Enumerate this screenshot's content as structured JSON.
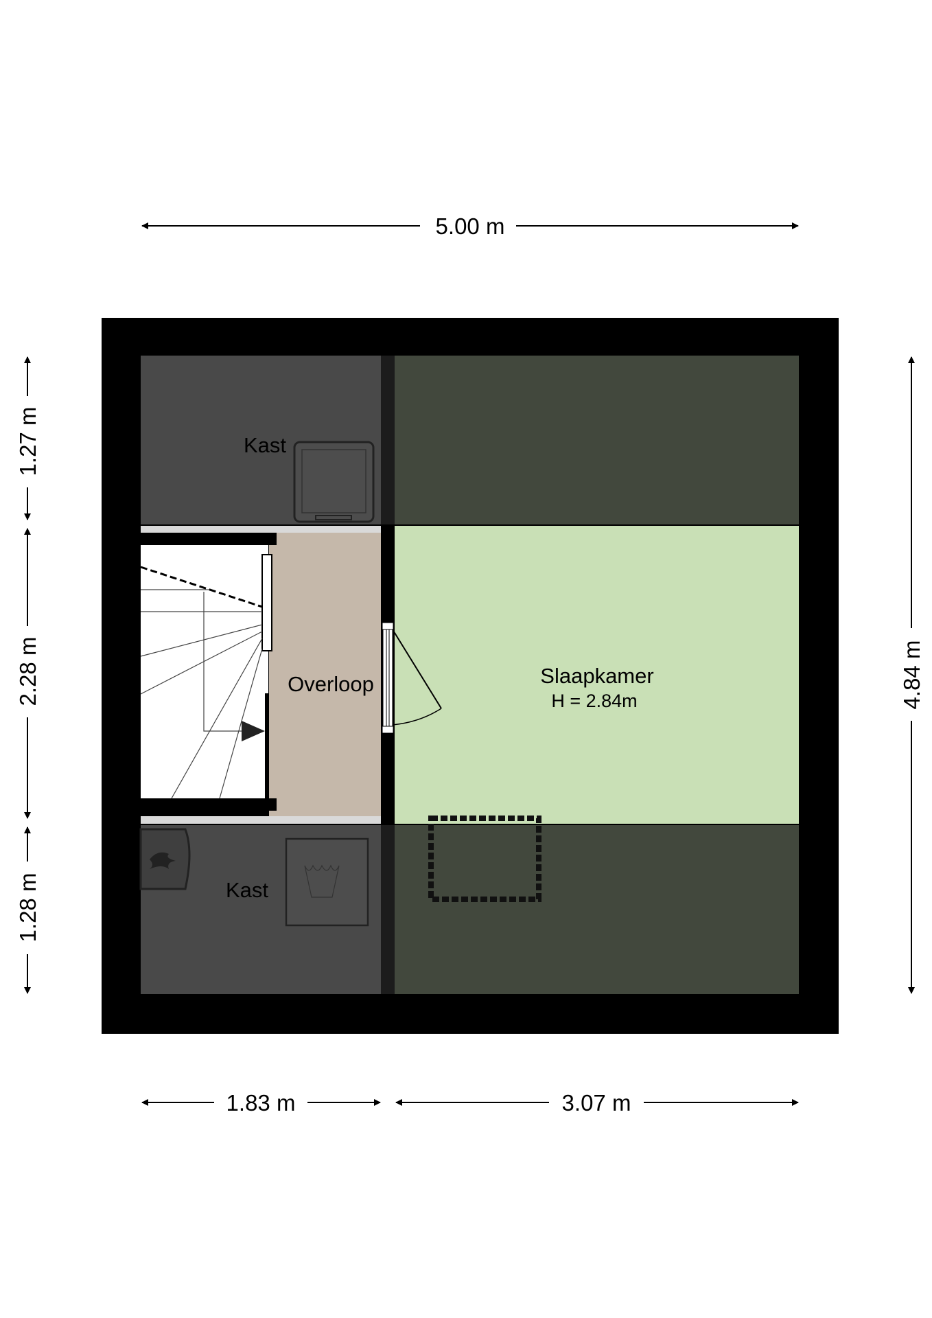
{
  "rooms": {
    "kast_top": {
      "name": "Kast"
    },
    "overloop": {
      "name": "Overloop"
    },
    "slaapkamer": {
      "name": "Slaapkamer",
      "height": "H = 2.84m"
    },
    "kast_bottom": {
      "name": "Kast"
    }
  },
  "dimensions": {
    "total_width": "5.00 m",
    "left_width": "1.83 m",
    "right_width": "3.07 m",
    "total_depth": "4.84 m",
    "top_depth": "1.27 m",
    "middle_depth": "2.28 m",
    "bottom_depth": "1.28 m"
  },
  "colors": {
    "wall": "#000000",
    "storage": "#494949",
    "storage_green": "#42483d",
    "bedroom": "#c9e0b6",
    "landing": "#c5b8aa",
    "stair": "#ffffff"
  }
}
